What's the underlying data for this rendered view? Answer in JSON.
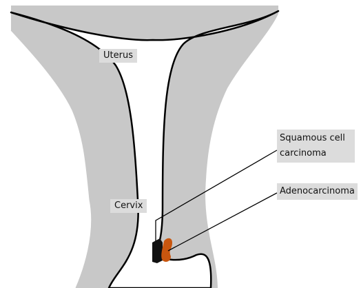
{
  "labels": {
    "uterus": "Uterus",
    "cervix": "Cervix",
    "squamous": "Squamous cell carcinoma",
    "adeno": "Adenocarcinoma"
  },
  "colors": {
    "tissue": "#c8c8c8",
    "outline": "#000000",
    "label_box": "#dcdcdc",
    "squamous_lesion": "#111111",
    "adeno_lesion": "#c8560f"
  }
}
